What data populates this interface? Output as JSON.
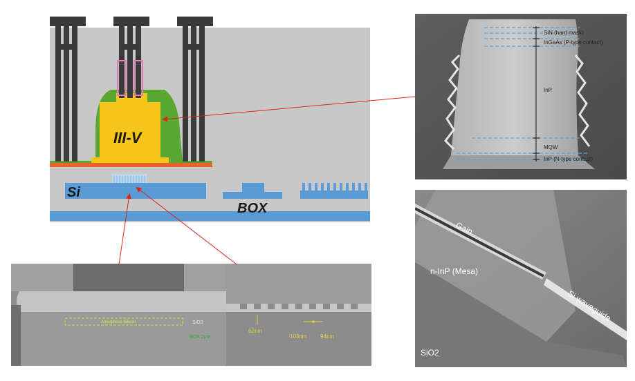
{
  "schematic": {
    "iii_v_label": "III-V",
    "si_label": "Si",
    "box_label": "BOX"
  },
  "sem_cross_section": {
    "layers": [
      "SiN (hard mask)",
      "InGaAs (P-type contact)",
      "InP",
      "MQW",
      "InP (N-type contact)"
    ]
  },
  "sem_waveguide": {
    "gain_label": "Gain",
    "mesa_label": "n-InP (Mesa)",
    "si_waveguide_label": "Si waveguide",
    "sio2_label": "SiO2"
  },
  "sem_bottom_left": {
    "amorphous_label": "Amorphous Silicon",
    "sio2_label": "SiO2",
    "dimension_label": "BOX 2μm"
  },
  "sem_bottom_right": {
    "labels": [
      "62nm",
      "103nm",
      "94nm"
    ]
  },
  "colors": {
    "iii_v_core": "#f5c518",
    "cladding": "#5aa832",
    "silicon": "#5b9bd5",
    "metal": "#3a3a3a",
    "pointer": "#d9261c",
    "sem_guide": "#4aa8e8"
  }
}
